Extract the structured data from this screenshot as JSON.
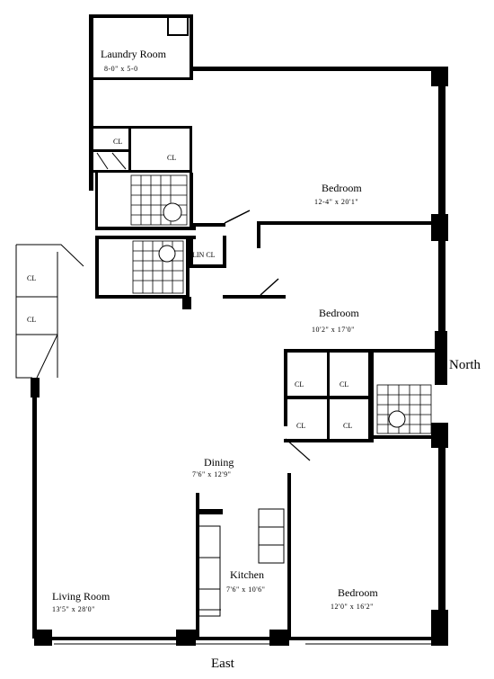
{
  "rooms": {
    "laundry": {
      "name": "Laundry Room",
      "dims": "8-0\" x 5-0"
    },
    "bedroom1": {
      "name": "Bedroom",
      "dims": "12-4\" x 20'1\""
    },
    "bedroom2": {
      "name": "Bedroom",
      "dims": "10'2\" x 17'0\""
    },
    "bedroom3": {
      "name": "Bedroom",
      "dims": "12'0\" x 16'2\""
    },
    "dining": {
      "name": "Dining",
      "dims": "7'6\" x 12'9\""
    },
    "kitchen": {
      "name": "Kitchen",
      "dims": "7'6\" x 10'6\""
    },
    "living": {
      "name": "Living Room",
      "dims": "13'5\" x 28'0\""
    }
  },
  "closets": {
    "cl": "CL",
    "lin_cl": "LIN CL"
  },
  "compass": {
    "north": "North",
    "east": "East"
  }
}
